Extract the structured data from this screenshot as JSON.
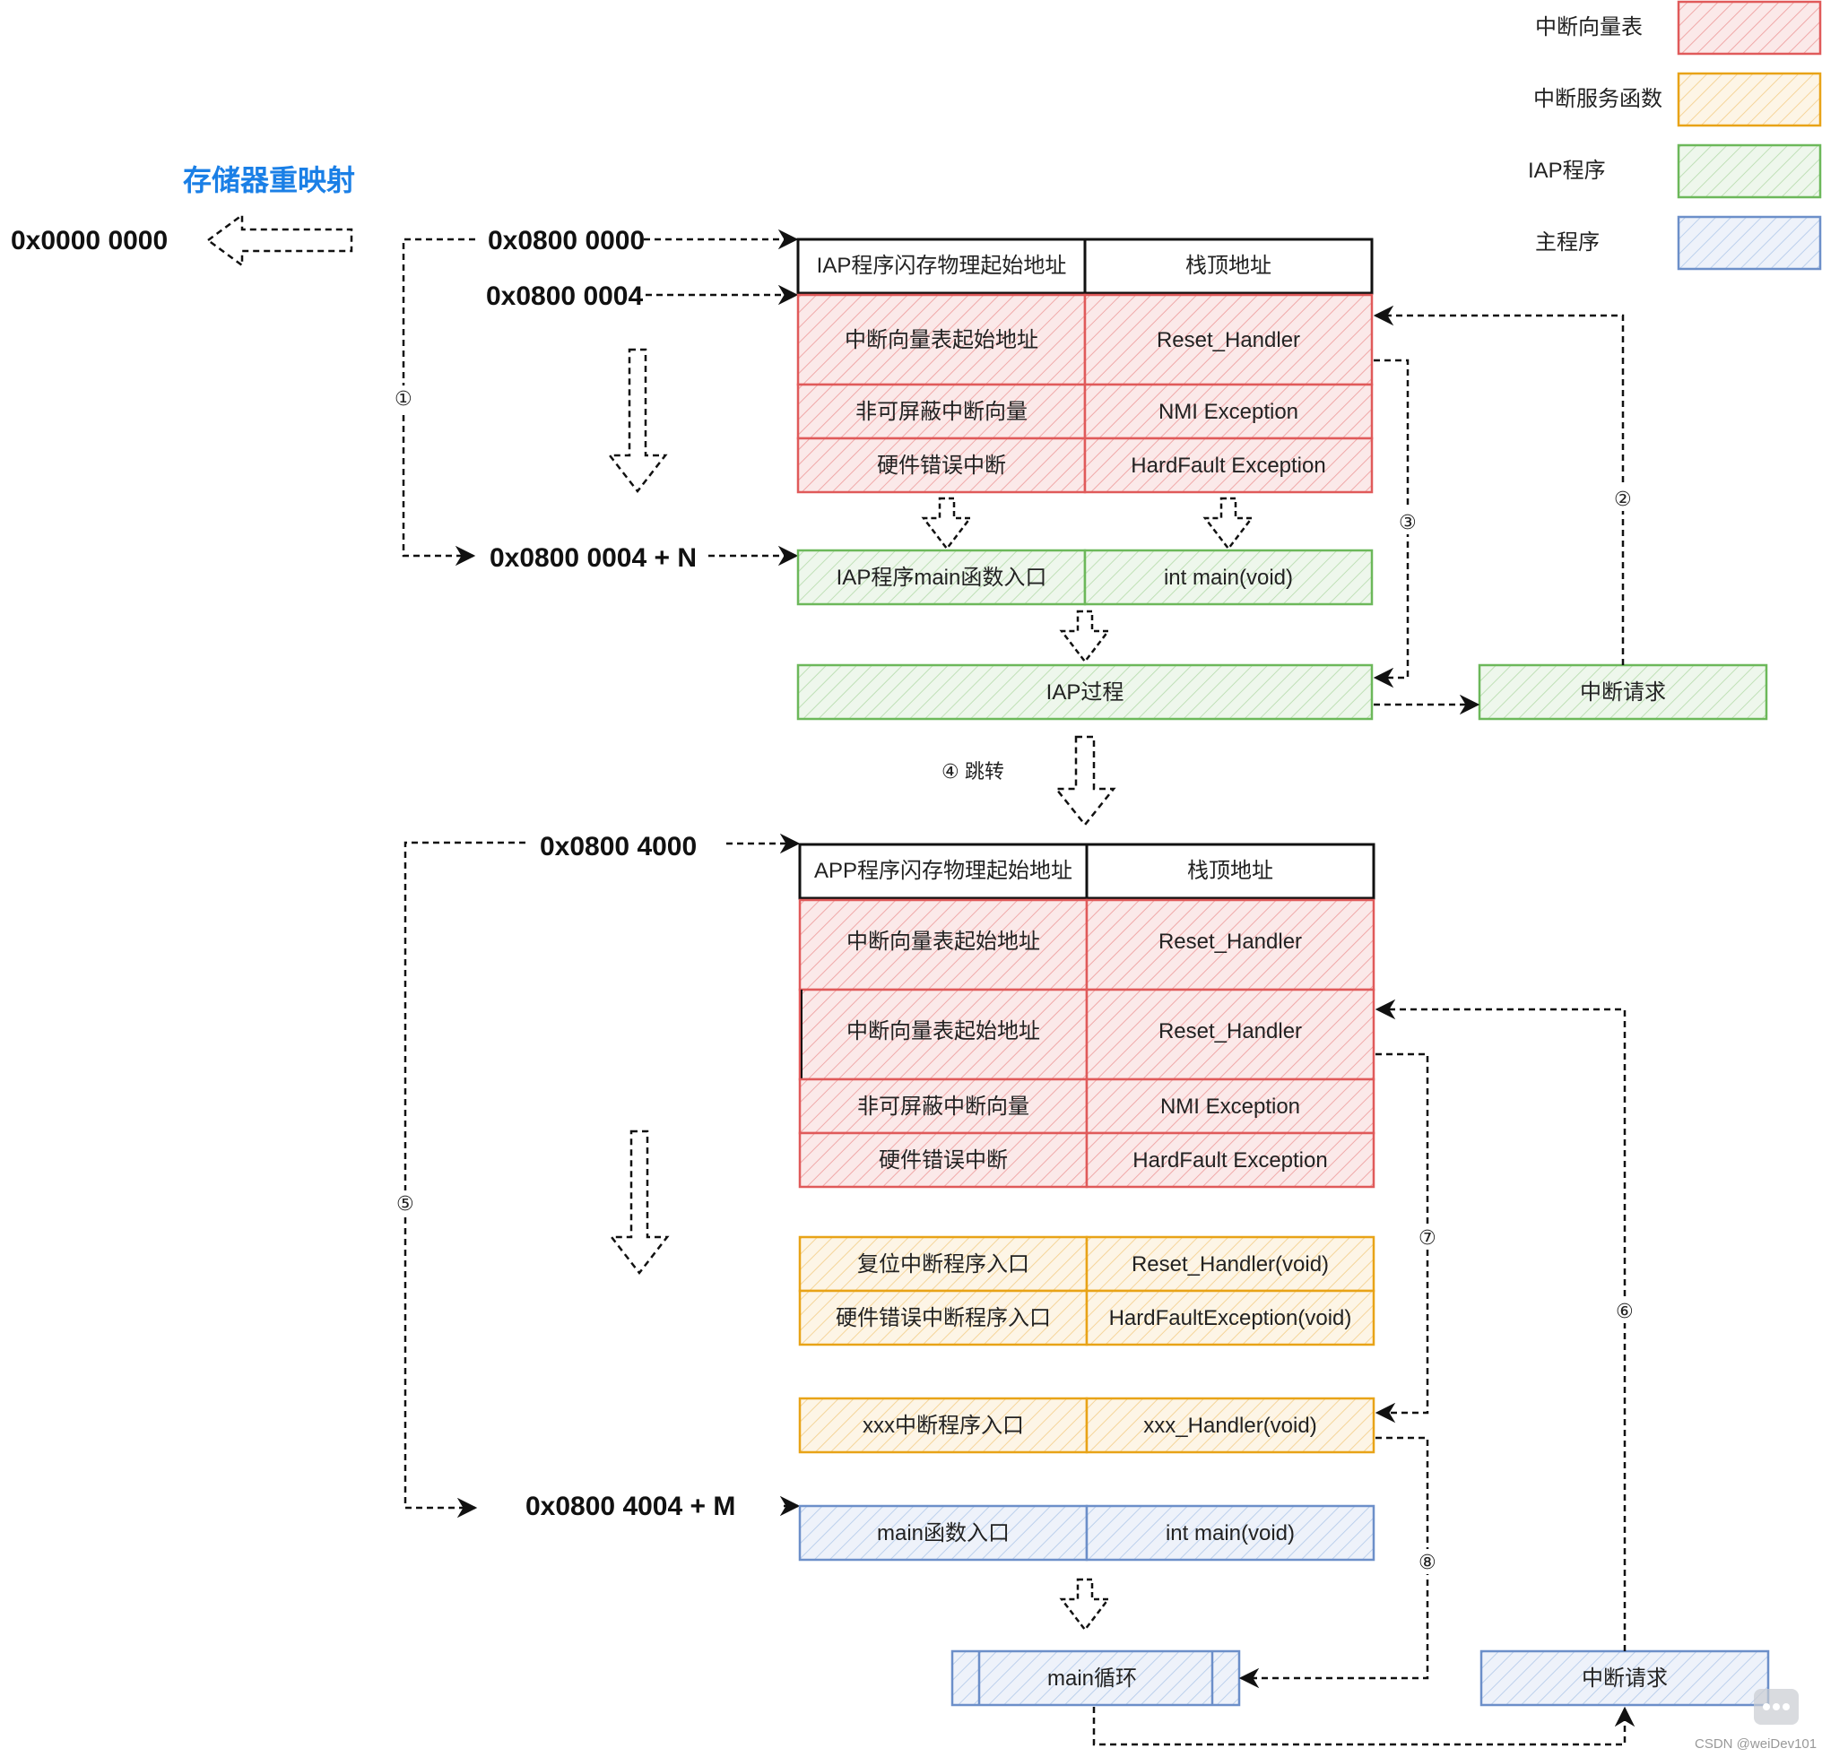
{
  "title": "存储器重映射",
  "remap_address": "0x0000 0000",
  "colors": {
    "vector_table": "#e05a5a",
    "isr": "#e8a317",
    "iap": "#6cb85a",
    "main": "#6c8fc9",
    "header": "#111111",
    "title": "#1a7fe6"
  },
  "legend": [
    {
      "label": "中断向量表",
      "kind": "vector_table"
    },
    {
      "label": "中断服务函数",
      "kind": "isr"
    },
    {
      "label": "IAP程序",
      "kind": "iap"
    },
    {
      "label": "主程序",
      "kind": "main"
    }
  ],
  "iap": {
    "addr_start": "0x0800 0000",
    "addr_vec": "0x0800 0004",
    "addr_main": "0x0800 0004 + N",
    "header": [
      "IAP程序闪存物理起始地址",
      "栈顶地址"
    ],
    "vectors": [
      [
        "中断向量表起始地址",
        "Reset_Handler"
      ],
      [
        "非可屏蔽中断向量",
        "NMI Exception"
      ],
      [
        "硬件错误中断",
        "HardFault Exception"
      ]
    ],
    "main_entry": [
      "IAP程序main函数入口",
      "int main(void)"
    ],
    "process": "IAP过程",
    "irq": "中断请求"
  },
  "jump_label": "④  跳转",
  "app": {
    "addr_start": "0x0800 4000",
    "addr_main": "0x0800 4004 + M",
    "header": [
      "APP程序闪存物理起始地址",
      "栈顶地址"
    ],
    "vectors": [
      [
        "中断向量表起始地址",
        "Reset_Handler"
      ],
      [
        "中断向量表起始地址",
        "Reset_Handler"
      ],
      [
        "非可屏蔽中断向量",
        "NMI Exception"
      ],
      [
        "硬件错误中断",
        "HardFault Exception"
      ]
    ],
    "isr": [
      [
        "复位中断程序入口",
        "Reset_Handler(void)"
      ],
      [
        "硬件错误中断程序入口",
        "HardFaultException(void)"
      ]
    ],
    "xxx": [
      "xxx中断程序入口",
      "xxx_Handler(void)"
    ],
    "main_entry": [
      "main函数入口",
      "int main(void)"
    ],
    "loop": "main循环",
    "irq": "中断请求"
  },
  "steps": [
    "①",
    "②",
    "③",
    "⑤",
    "⑥",
    "⑦",
    "⑧"
  ],
  "watermark": "CSDN @weiDev101"
}
